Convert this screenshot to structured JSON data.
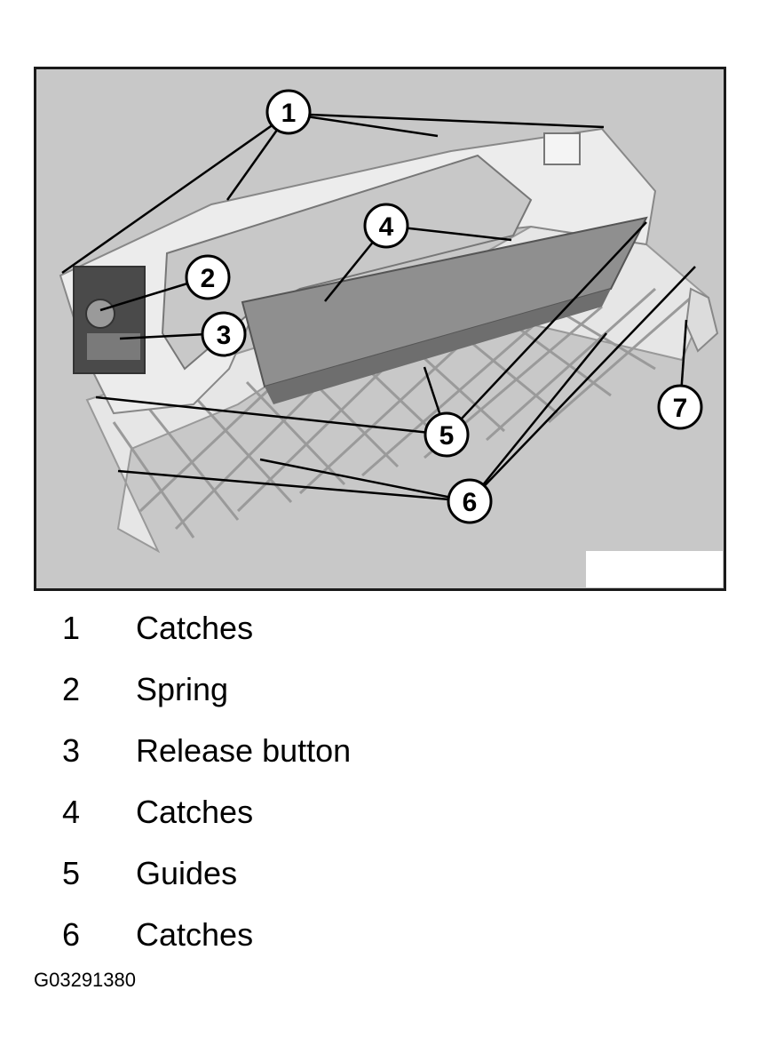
{
  "callouts": [
    "1",
    "2",
    "3",
    "4",
    "5",
    "6",
    "7"
  ],
  "legend": [
    {
      "number": "1",
      "label": "Catches"
    },
    {
      "number": "2",
      "label": "Spring"
    },
    {
      "number": "3",
      "label": "Release button"
    },
    {
      "number": "4",
      "label": "Catches"
    },
    {
      "number": "5",
      "label": "Guides"
    },
    {
      "number": "6",
      "label": "Catches"
    }
  ],
  "figure_id": "G03291380",
  "colors": {
    "background": "#c8c8c8",
    "part": "#e8e8e8",
    "frame": "#1a1a1a"
  }
}
